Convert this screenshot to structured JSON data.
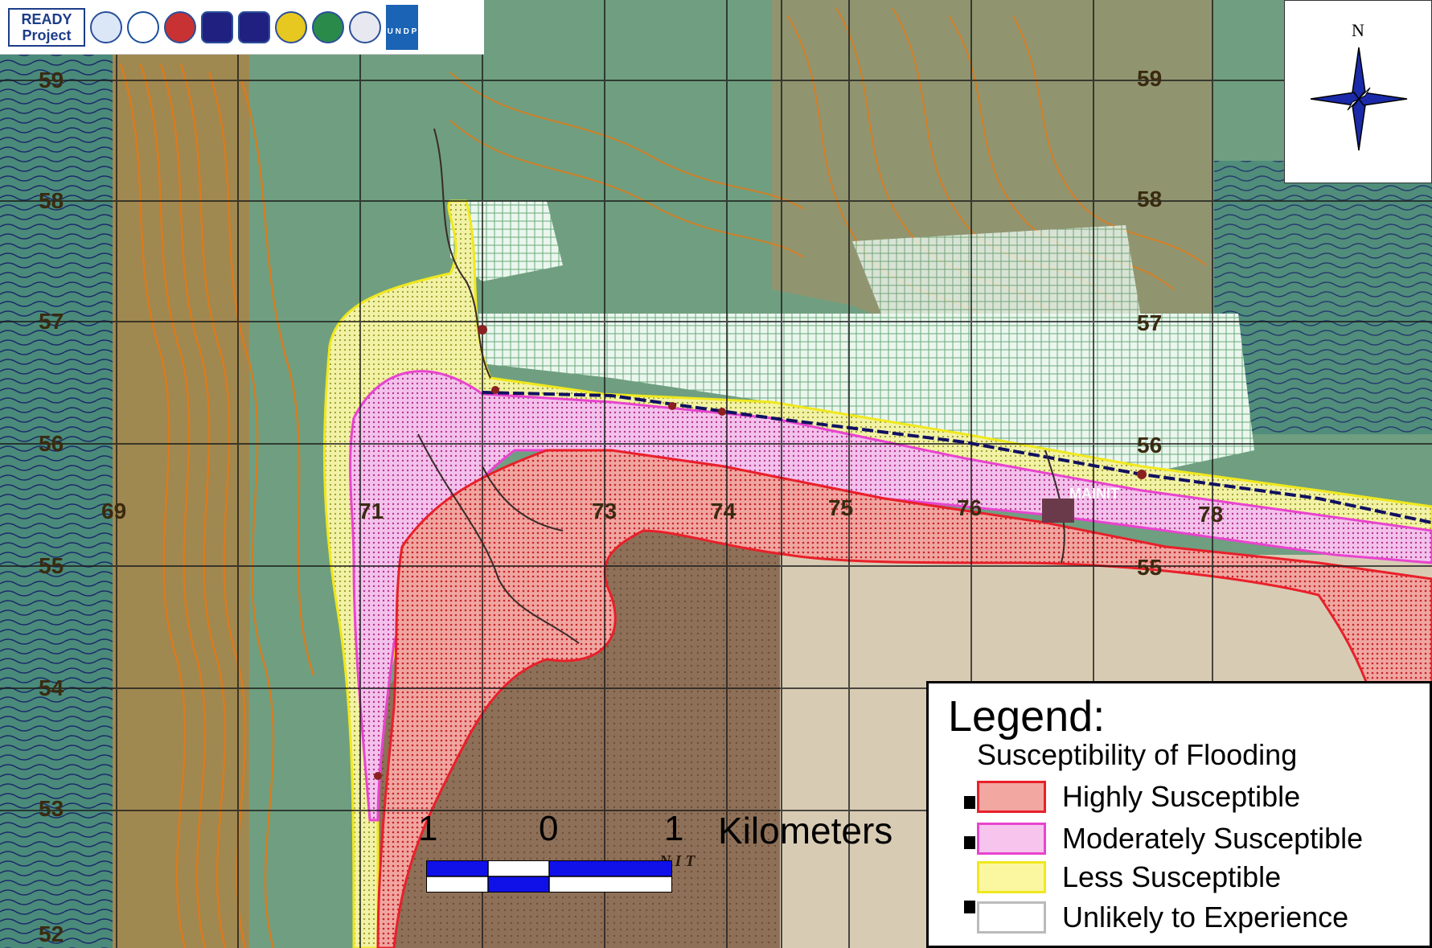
{
  "header": {
    "ready_logo_line1": "READY",
    "ready_logo_line2": "Project",
    "undp_label": "U N D P"
  },
  "north_arrow": {
    "label": "N"
  },
  "legend": {
    "title": "Legend:",
    "subtitle": "Susceptibility of Flooding",
    "items": [
      {
        "label": "Highly Susceptible",
        "fill": "#f2a7a0",
        "border": "#e8202a"
      },
      {
        "label": "Moderately Susceptible",
        "fill": "#f7c4ee",
        "border": "#e844cf"
      },
      {
        "label": "Less Susceptible",
        "fill": "#fbf7a0",
        "border": "#f0e81e"
      },
      {
        "label": "Unlikely to Experience",
        "fill": "#ffffff",
        "border": "#bbbbbb"
      }
    ]
  },
  "scale_bar": {
    "left_label": "1",
    "mid_label": "0",
    "right_label": "1",
    "unit": "Kilometers",
    "fill_color": "#1010e8"
  },
  "grid_labels": {
    "northing": [
      "59",
      "58",
      "57",
      "56",
      "55",
      "54",
      "53",
      "52"
    ],
    "northing_right": [
      "59",
      "58",
      "57",
      "56",
      "55"
    ],
    "easting": [
      "69",
      "71",
      "73",
      "74",
      "75",
      "76",
      "78"
    ]
  },
  "place_labels": {
    "mainit": "MAINIT",
    "water_label": "N I T"
  },
  "colors": {
    "forest": "#6f9f80",
    "contour": "#e07a18",
    "sea_contour": "#2a3a8a",
    "lake": "#8a6a52",
    "cleared": "#eaf6ee",
    "highly": "#e8202a",
    "moderately": "#e844cf",
    "less": "#f0e81e"
  }
}
